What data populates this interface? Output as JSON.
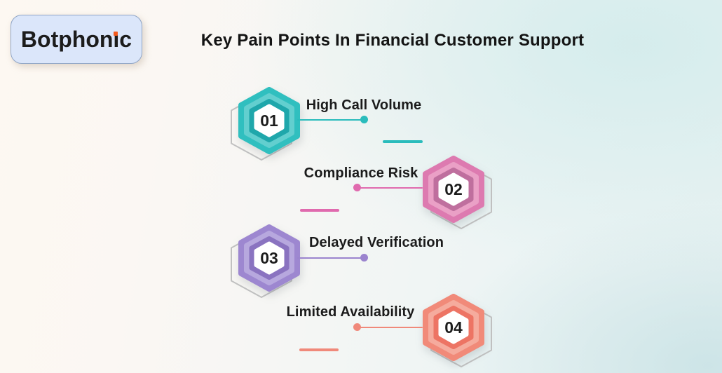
{
  "title": "Key Pain Points In Financial Customer Support",
  "logo": {
    "brand": "Botphonic",
    "parts": [
      "Botphon",
      "ı",
      "c"
    ],
    "dot_color": "#f2591d",
    "box_bg": "#dbe6fa",
    "box_border": "#8fa5c6"
  },
  "theme": {
    "background_left": "#fdf8f2",
    "background_right": "#e8f2f2",
    "hexagon_outline_gray": "#c2c2c2",
    "text_dark": "#1b1b1b"
  },
  "items": [
    {
      "number": "01",
      "label": "High Call Volume",
      "side": "left",
      "colors": {
        "outer": "#30bfbf",
        "mid": "#62cfcf",
        "inner": "#1fa7ab",
        "line": "#2abcbc"
      }
    },
    {
      "number": "02",
      "label": "Compliance Risk",
      "side": "right",
      "colors": {
        "outer": "#dd7ab0",
        "mid": "#eaa0c6",
        "inner": "#bf6f9e",
        "line": "#e06aae"
      }
    },
    {
      "number": "03",
      "label": "Delayed Verification",
      "side": "left",
      "colors": {
        "outer": "#9d87d0",
        "mid": "#b7a8de",
        "inner": "#8a73c0",
        "line": "#9b84ce"
      }
    },
    {
      "number": "04",
      "label": "Limited Availability",
      "side": "right",
      "colors": {
        "outer": "#f18a79",
        "mid": "#f5ab9d",
        "inner": "#ed7464",
        "line": "#f0897a"
      }
    }
  ]
}
